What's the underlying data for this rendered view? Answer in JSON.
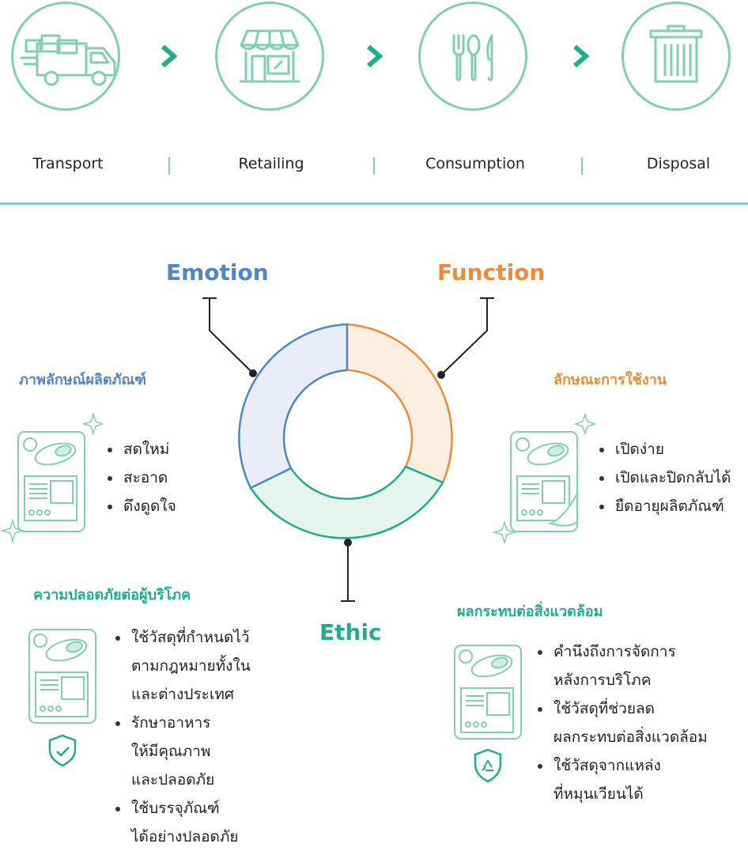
{
  "steps": [
    {
      "label": "Transport",
      "icon": "truck-icon"
    },
    {
      "label": "Retailing",
      "icon": "store-icon"
    },
    {
      "label": "Consumption",
      "icon": "cutlery-icon"
    },
    {
      "label": "Disposal",
      "icon": "trash-icon"
    }
  ],
  "categories": {
    "emotion": "Emotion",
    "function": "Function",
    "ethic": "Ethic"
  },
  "colors": {
    "green": "#7fd0ae",
    "teal": "#1fae8c",
    "blue": "#4f86c6",
    "orange": "#f08a33",
    "blue_fill": "#e8edf8",
    "orange_fill": "#fdeee2",
    "green_fill": "#e6f4ee"
  },
  "sections": {
    "image": {
      "title": "ภาพลักษณ์ผลิตภัณฑ์",
      "items": [
        "สดใหม่",
        "สะอาด",
        "ดึงดูดใจ"
      ]
    },
    "feature": {
      "title": "ลักษณะการใช้งาน",
      "items": [
        "เปิดง่าย",
        "เปิดและปิดกลับได้",
        "ยืดอายุผลิตภัณฑ์"
      ]
    },
    "safety": {
      "title": "ความปลอดภัยต่อผู้บริโภค",
      "items": [
        {
          "l1": "ใช้วัสดุที่กำหนดไว้",
          "l2": "ตามกฎหมายทั้งใน",
          "l3": "และต่างประเทศ"
        },
        {
          "l1": "รักษาอาหาร",
          "l2": "ให้มีคุณภาพ",
          "l3": "และปลอดภัย"
        },
        {
          "l1": "ใช้บรรจุภัณฑ์",
          "l2": "ได้อย่างปลอดภัย"
        }
      ]
    },
    "environment": {
      "title": "ผลกระทบต่อสิ่งแวดล้อม",
      "items": [
        {
          "l1": "คำนึงถึงการจัดการ",
          "l2": "หลังการบริโภค"
        },
        {
          "l1": "ใช้วัสดุที่ช่วยลด",
          "l2": "ผลกระทบต่อสิ่งแวดล้อม"
        },
        {
          "l1": "ใช้วัสดุจากแหล่ง",
          "l2": "ที่หมุนเวียนได้"
        }
      ]
    }
  }
}
